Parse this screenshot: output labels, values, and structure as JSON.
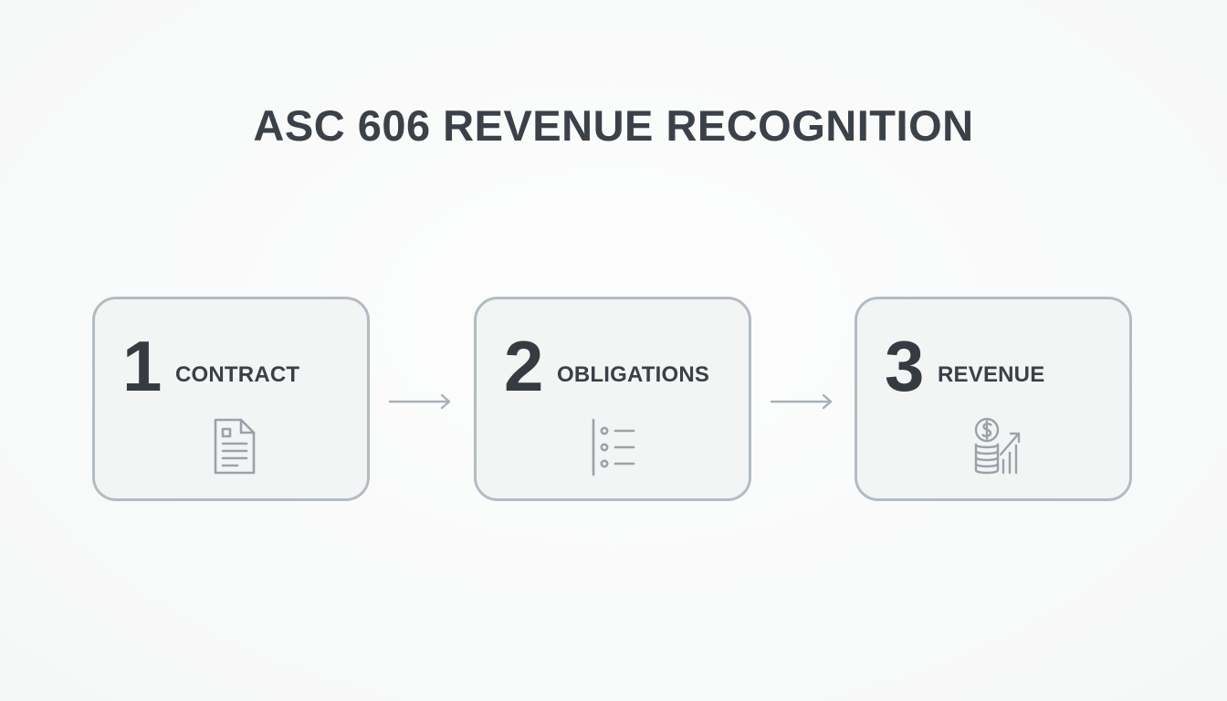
{
  "title": "ASC 606 REVENUE RECOGNITION",
  "colors": {
    "title": "#3b4148",
    "box_border": "#b3bcc3",
    "box_fill": "#f3f4f4",
    "icon": "#9aa2a9",
    "arrow": "#a9b1b7"
  },
  "steps": [
    {
      "number": "1",
      "label": "CONTRACT",
      "icon": "document-icon"
    },
    {
      "number": "2",
      "label": "OBLIGATIONS",
      "icon": "list-icon"
    },
    {
      "number": "3",
      "label": "REVENUE",
      "icon": "coins-growth-icon"
    }
  ]
}
